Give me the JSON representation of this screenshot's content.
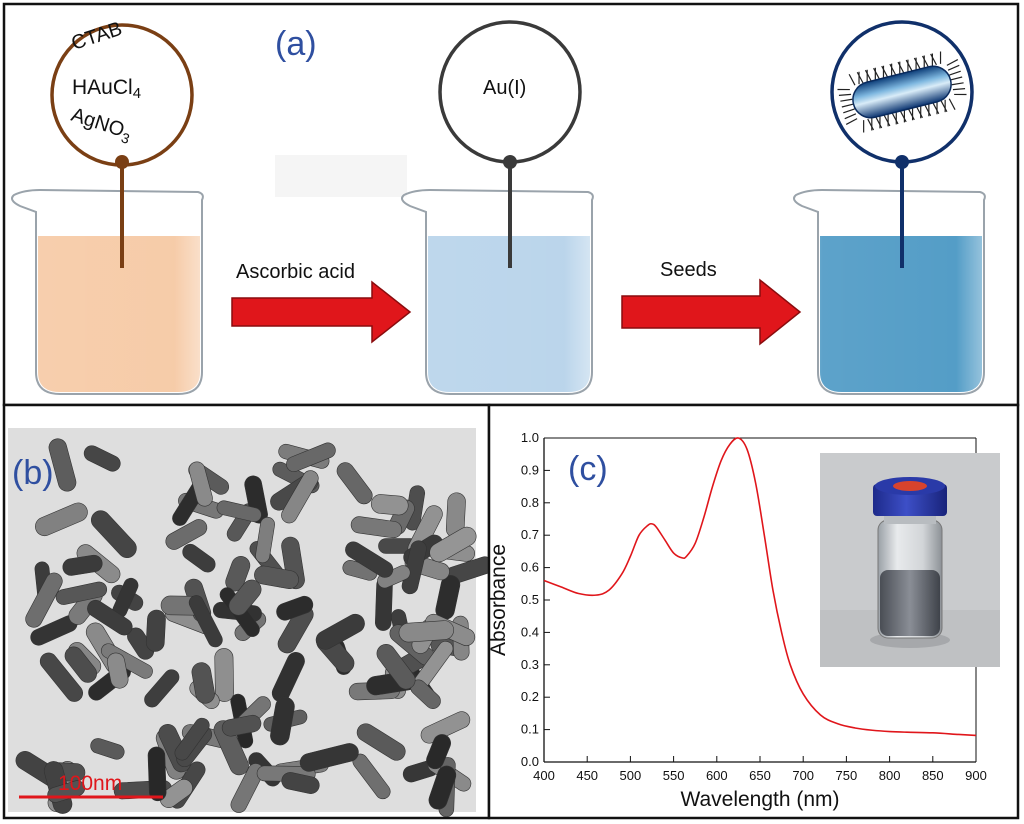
{
  "panel_a": {
    "label": "(a)",
    "bubble1": {
      "lines": [
        "CTAB",
        "HAuCl",
        "AgNO"
      ],
      "sub1": "4",
      "sub2": "3"
    },
    "bubble2": {
      "text": "Au(I)"
    },
    "arrow1_label": "Ascorbic acid",
    "arrow2_label": "Seeds",
    "colors": {
      "beaker1_liquid": "#f6c9a4",
      "beaker2_liquid": "#b7d3ea",
      "beaker3_liquid": "#4b98c4",
      "bubble1_outline": "#7a3f14",
      "bubble2_outline": "#3a3a3a",
      "bubble3_outline": "#10306a",
      "arrow": "#e0161b"
    }
  },
  "panel_b": {
    "label": "(b)",
    "scale_bar": "100nm",
    "scale_color": "#e0161b"
  },
  "panel_c": {
    "label": "(c)",
    "label_color": "#2f4fa0",
    "chart_data": {
      "type": "line",
      "xlabel": "Wavelength (nm)",
      "ylabel": "Absorbance",
      "xlim": [
        400,
        900
      ],
      "ylim": [
        0.0,
        1.0
      ],
      "xticks": [
        400,
        450,
        500,
        550,
        600,
        650,
        700,
        750,
        800,
        850,
        900
      ],
      "yticks": [
        0.0,
        0.1,
        0.2,
        0.3,
        0.4,
        0.5,
        0.6,
        0.7,
        0.8,
        0.9,
        1.0
      ],
      "grid": false,
      "series": [
        {
          "color": "#e0161b",
          "x": [
            400,
            420,
            440,
            460,
            475,
            490,
            500,
            510,
            520,
            525,
            530,
            540,
            550,
            560,
            565,
            575,
            585,
            595,
            605,
            615,
            625,
            635,
            645,
            655,
            665,
            675,
            685,
            700,
            720,
            740,
            760,
            780,
            800,
            820,
            850,
            880,
            900
          ],
          "y": [
            0.56,
            0.54,
            0.52,
            0.515,
            0.53,
            0.58,
            0.635,
            0.7,
            0.73,
            0.735,
            0.725,
            0.685,
            0.645,
            0.63,
            0.635,
            0.675,
            0.755,
            0.85,
            0.93,
            0.98,
            1.0,
            0.965,
            0.86,
            0.7,
            0.53,
            0.4,
            0.3,
            0.21,
            0.145,
            0.118,
            0.105,
            0.098,
            0.094,
            0.092,
            0.09,
            0.085,
            0.082
          ]
        }
      ]
    }
  }
}
